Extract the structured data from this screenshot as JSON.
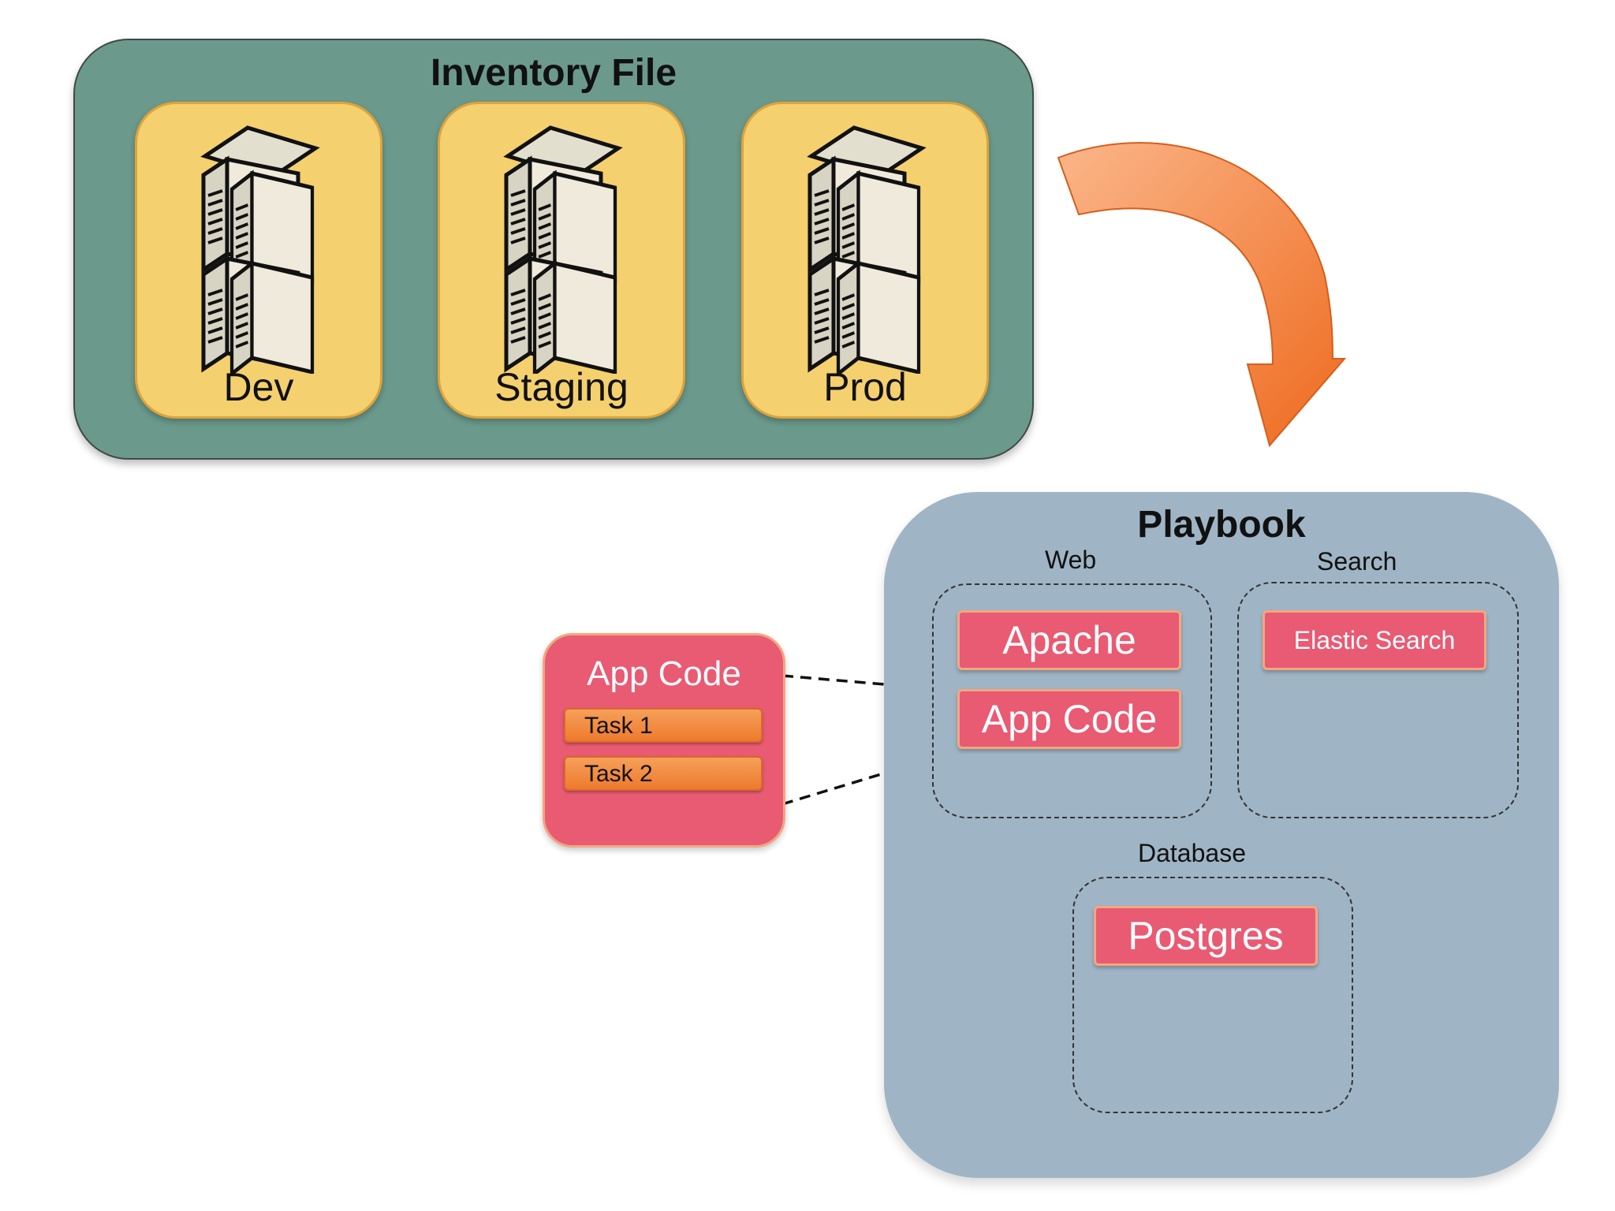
{
  "inventory": {
    "title": "Inventory File",
    "environments": [
      {
        "label": "Dev",
        "icon": "server-rack-icon"
      },
      {
        "label": "Staging",
        "icon": "server-rack-icon"
      },
      {
        "label": "Prod",
        "icon": "server-rack-icon"
      }
    ]
  },
  "playbook": {
    "title": "Playbook",
    "groups": {
      "web": {
        "label": "Web",
        "roles": [
          "Apache",
          "App Code"
        ]
      },
      "search": {
        "label": "Search",
        "roles": [
          "Elastic Search"
        ]
      },
      "database": {
        "label": "Database",
        "roles": [
          "Postgres"
        ]
      }
    }
  },
  "role_detail": {
    "title": "App Code",
    "tasks": [
      "Task 1",
      "Task 2"
    ]
  },
  "colors": {
    "inventory_bg": "#6b9a8c",
    "env_card": "#f4d06f",
    "playbook_bg": "#9fb5c5",
    "role_pink": "#e95a73",
    "task_orange": "#ee7a2d",
    "arrow_orange": "#f07a32"
  }
}
